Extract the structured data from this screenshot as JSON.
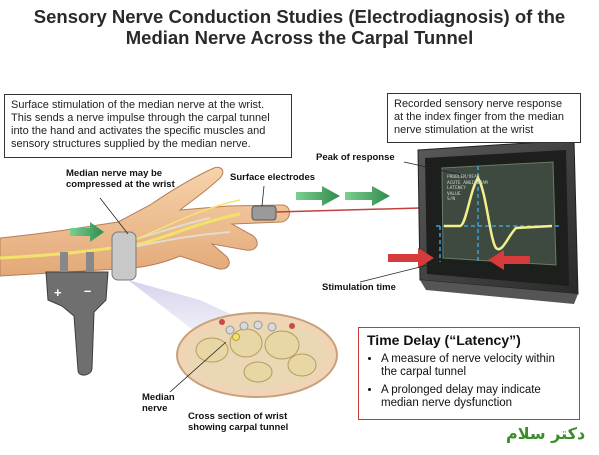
{
  "title": {
    "line1": "Sensory Nerve Conduction Studies (Electrodiagnosis) of the",
    "line2": "Median Nerve Across the Carpal Tunnel"
  },
  "stimulation_box": "Surface stimulation of the median nerve at the wrist. This sends a nerve impulse through the carpal tunnel into the hand and activates the specific muscles and sensory structures supplied by the median nerve.",
  "response_box": "Recorded sensory nerve response at the index finger from the median nerve stimulation at the wrist",
  "labels": {
    "median_compressed": "Median nerve may be compressed at the wrist",
    "surface_electrodes": "Surface electrodes",
    "peak_of_response": "Peak of response",
    "stimulation_time": "Stimulation time",
    "median_nerve": "Median nerve",
    "cross_section": "Cross section of wrist showing carpal tunnel",
    "plus": "+",
    "minus": "–"
  },
  "latency": {
    "heading": "Time Delay (“Latency”)",
    "bullets": [
      "A measure of nerve velocity within the carpal tunnel",
      "A prolonged delay may indicate median nerve dysfunction"
    ]
  },
  "screen_readout": [
    "PROBLEM/READ",
    "ACUTE ANGIOGRAM",
    "LATENCY",
    "VALUE",
    "S/N"
  ],
  "logo_text": "دكتر سلام",
  "colors": {
    "accent_red": "#c43a3a",
    "arrow_green": "#3a9a5a",
    "trace_yellow": "#f2f08a",
    "cursor_blue": "#3aa0d8",
    "skin": "#f4c79a"
  }
}
